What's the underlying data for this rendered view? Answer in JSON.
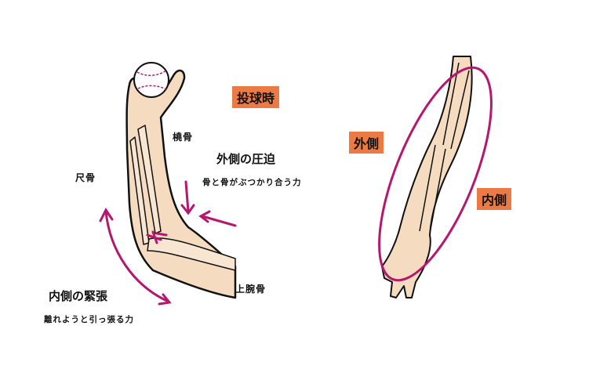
{
  "title": "投球時",
  "left_arm": {
    "radius_label": "橈骨",
    "ulna_label": "尺骨",
    "humerus_label": "上腕骨",
    "lateral_heading": "外側の圧迫",
    "lateral_desc": "骨と骨がぶつかり合う力",
    "medial_heading": "内側の緊張",
    "medial_desc": "離れようと引っ張る力"
  },
  "right_arm": {
    "lateral_tag": "外側",
    "medial_tag": "内側"
  },
  "colors": {
    "skin": "#f5dcc0",
    "accent": "#b5176f",
    "tag": "#ec7a45"
  }
}
